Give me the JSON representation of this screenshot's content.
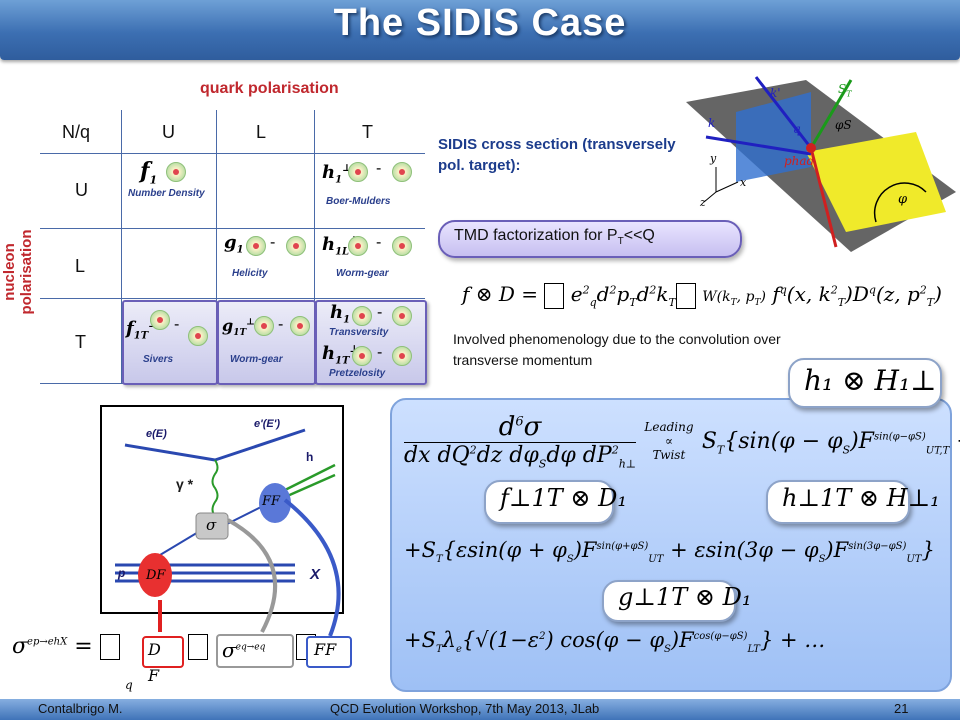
{
  "title": "The SIDIS Case",
  "table": {
    "col_axis_label": "quark polarisation",
    "row_axis_label": "nucleon polarisation",
    "corner": "N/q",
    "col_headers": [
      "U",
      "L",
      "T"
    ],
    "row_headers": [
      "U",
      "L",
      "T"
    ],
    "cells": {
      "number_density": "Number Density",
      "boer_mulders": "Boer-Mulders",
      "helicity": "Helicity",
      "worm_gear_L": "Worm-gear",
      "sivers": "Sivers",
      "worm_gear_T": "Worm-gear",
      "transversity": "Transversity",
      "pretzelosity": "Pretzelosity"
    },
    "minus_sign": "-"
  },
  "sidis_label": "SIDIS cross section (transversely pol. target):",
  "tmd_pill": "TMD factorization for P",
  "tmd_pill_sub": "T",
  "tmd_pill_tail": "<<Q",
  "involved_text": "Involved phenomenology due to the convolution over transverse momentum",
  "figure_labels": {
    "e": "e(E)",
    "eprime": "e'(E')",
    "h": "h",
    "gamma": "γ *",
    "sigma": "σ",
    "FF": "FF",
    "DF": "DF",
    "p": "p",
    "X": "X",
    "vec_k": "k",
    "vec_kprime": "k'",
    "vec_ST": "S",
    "vec_ST_sub": "T",
    "phi_S": "φS",
    "q": "q",
    "p_had": "phad",
    "phi": "φ",
    "y": "y",
    "x": "x",
    "z": "z"
  },
  "bubbles": {
    "h1H1": "h₁ ⊗ H₁⊥",
    "f1TD1": "f⊥1T ⊗ D₁",
    "h1TH1": "h⊥1T ⊗ H⊥₁",
    "g1TD1": "g⊥1T ⊗ D₁"
  },
  "formula_bottom": {
    "D": "D",
    "F": "F",
    "FF": "FF",
    "q": "q"
  },
  "footer": {
    "left": "Contalbrigo M.",
    "center": "QCD Evolution Workshop, 7th May 2013, JLab",
    "page": "21"
  },
  "colors": {
    "title_bar": "#3c6fb2",
    "axis_label": "#c0282e",
    "panel": "#b6d0fa"
  }
}
